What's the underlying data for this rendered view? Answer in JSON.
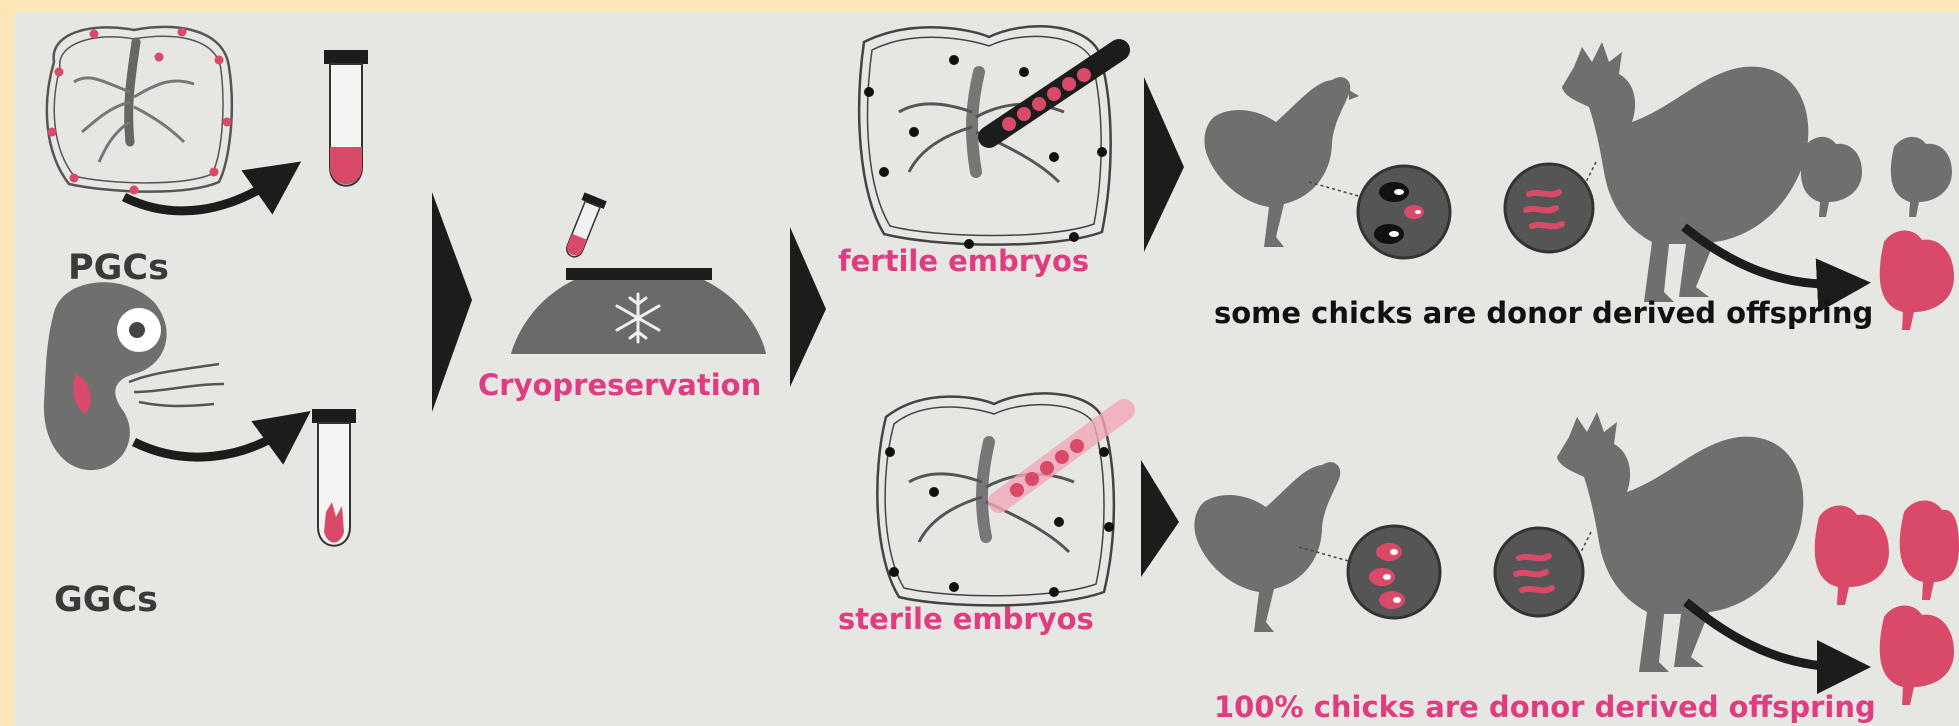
{
  "labels": {
    "pgcs": "PGCs",
    "ggcs": "GGCs",
    "cryo": "Cryopreservation",
    "fertile": "fertile embryos",
    "sterile": "sterile embryos",
    "some_offspring": "some chicks are donor derived offspring",
    "all_offspring": "100% chicks are  donor derived offspring"
  },
  "colors": {
    "background": "#e6e6e3",
    "frame": "#fbe6b8",
    "accent_pink": "#e03c82",
    "cell_red": "#d84a68",
    "silhouette_gray": "#6f6f6f",
    "arrow_black": "#1c1c1c"
  },
  "icons": {
    "freezer": "snowflake-icon",
    "tube": "test-tube-icon",
    "hen": "hen-icon",
    "rooster": "rooster-icon",
    "chick": "chick-icon"
  }
}
